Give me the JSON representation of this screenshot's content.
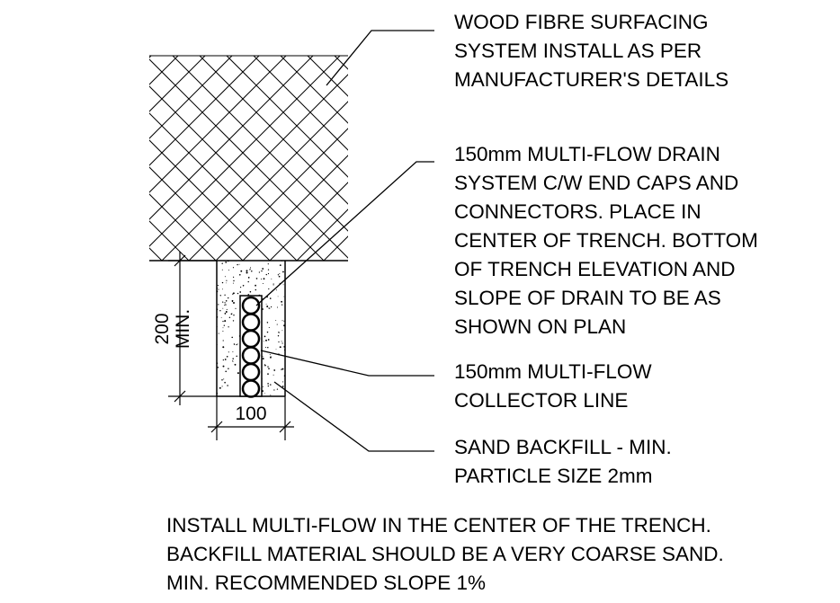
{
  "notes": {
    "surfacing": [
      "WOOD FIBRE SURFACING",
      "SYSTEM INSTALL AS PER",
      "MANUFACTURER'S DETAILS"
    ],
    "drain": [
      "150mm MULTI-FLOW DRAIN",
      "SYSTEM C/W END CAPS AND",
      "CONNECTORS. PLACE IN",
      "CENTER OF TRENCH.  BOTTOM",
      "OF TRENCH ELEVATION AND",
      "SLOPE OF DRAIN TO BE AS",
      "SHOWN ON PLAN"
    ],
    "collector": [
      "150mm MULTI-FLOW",
      "COLLECTOR LINE"
    ],
    "backfill": [
      "SAND BACKFILL - MIN.",
      "PARTICLE SIZE 2mm"
    ],
    "general": [
      "INSTALL MULTI-FLOW IN THE CENTER OF THE TRENCH.",
      "BACKFILL MATERIAL SHOULD BE A VERY COARSE SAND.",
      "MIN. RECOMMENDED SLOPE 1%"
    ]
  },
  "dimensions": {
    "depth_value": "200",
    "depth_qualifier": "MIN.",
    "width_value": "100"
  }
}
